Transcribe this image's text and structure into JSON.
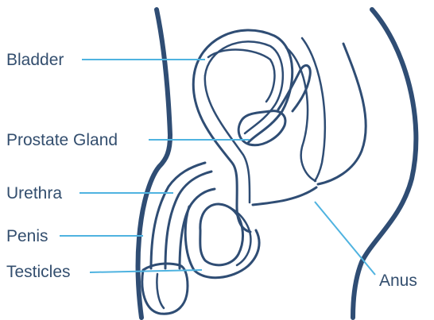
{
  "diagram": {
    "labels": {
      "bladder": "Bladder",
      "prostate": "Prostate Gland",
      "urethra": "Urethra",
      "penis": "Penis",
      "testicles": "Testicles",
      "anus": "Anus"
    },
    "colors": {
      "body_outline": "#2f4d74",
      "leader_line": "#4fb3e0",
      "label_text": "#334e6e"
    }
  }
}
